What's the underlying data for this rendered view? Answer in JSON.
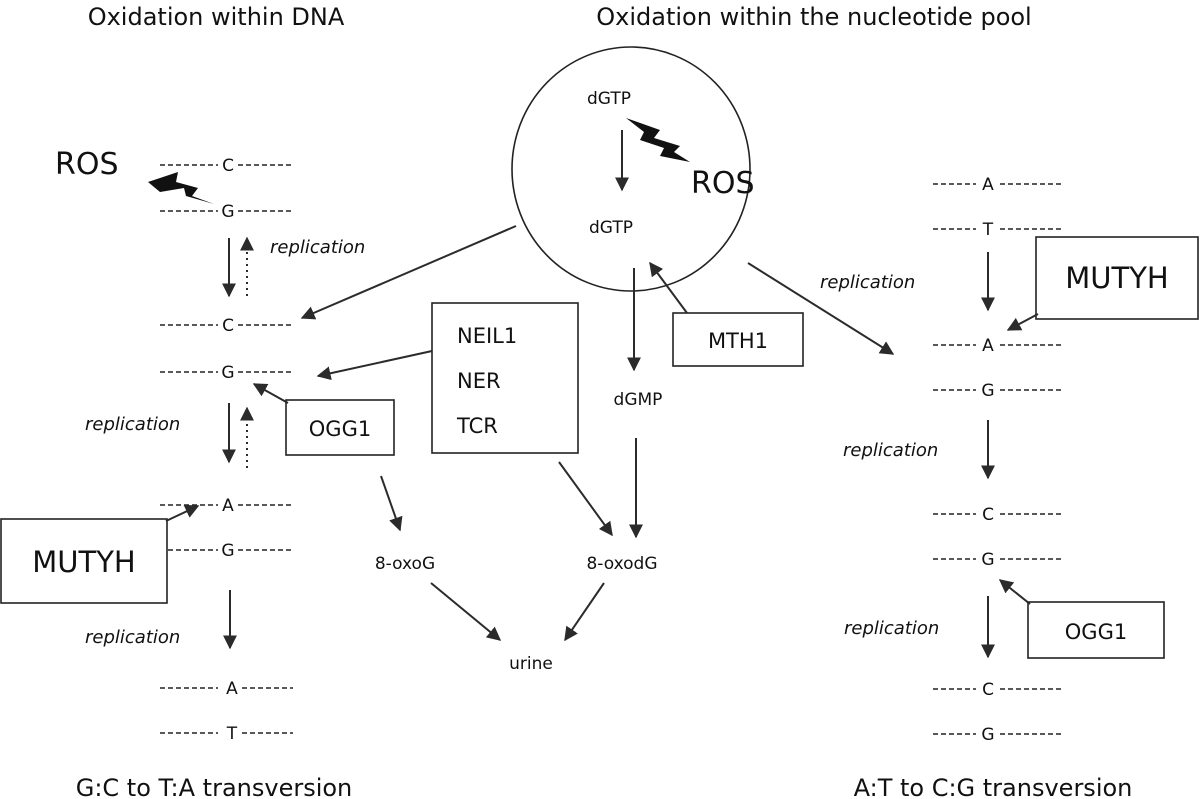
{
  "titles": {
    "left": "Oxidation within DNA",
    "center": "Oxidation within the nucleotide pool"
  },
  "footers": {
    "left": "G:C to T:A transversion",
    "right": "A:T to C:G transversion"
  },
  "ros": {
    "left": "ROS",
    "pool": "ROS"
  },
  "pool": {
    "dgtp_top": "dGTP",
    "dgtp_bottom": "dGTP",
    "dgmp": "dGMP",
    "oxog": "8-oxoG",
    "oxodg": "8-oxodG",
    "urine": "urine"
  },
  "boxes": {
    "repair": [
      "NEIL1",
      "NER",
      "TCR"
    ],
    "mth1": "MTH1",
    "ogg1_left": "OGG1",
    "mutyh_left": "MUTYH",
    "mutyh_right": "MUTYH",
    "ogg1_right": "OGG1"
  },
  "left_strands": {
    "pair1": {
      "top": "C",
      "bottom": "G"
    },
    "pair2": {
      "top": "C",
      "bottom": "G"
    },
    "pair3": {
      "top": "A",
      "bottom": "G"
    },
    "pair4": {
      "top": "A",
      "bottom": "T"
    }
  },
  "right_strands": {
    "pair1": {
      "top": "A",
      "bottom": "T"
    },
    "pair2": {
      "top": "A",
      "bottom": "G"
    },
    "pair3": {
      "top": "C",
      "bottom": "G"
    },
    "pair4": {
      "top": "C",
      "bottom": "G"
    }
  },
  "replication": {
    "left1": "replication",
    "left2": "replication",
    "left3": "replication",
    "mid": "replication",
    "right1": "replication",
    "right2": "replication"
  }
}
